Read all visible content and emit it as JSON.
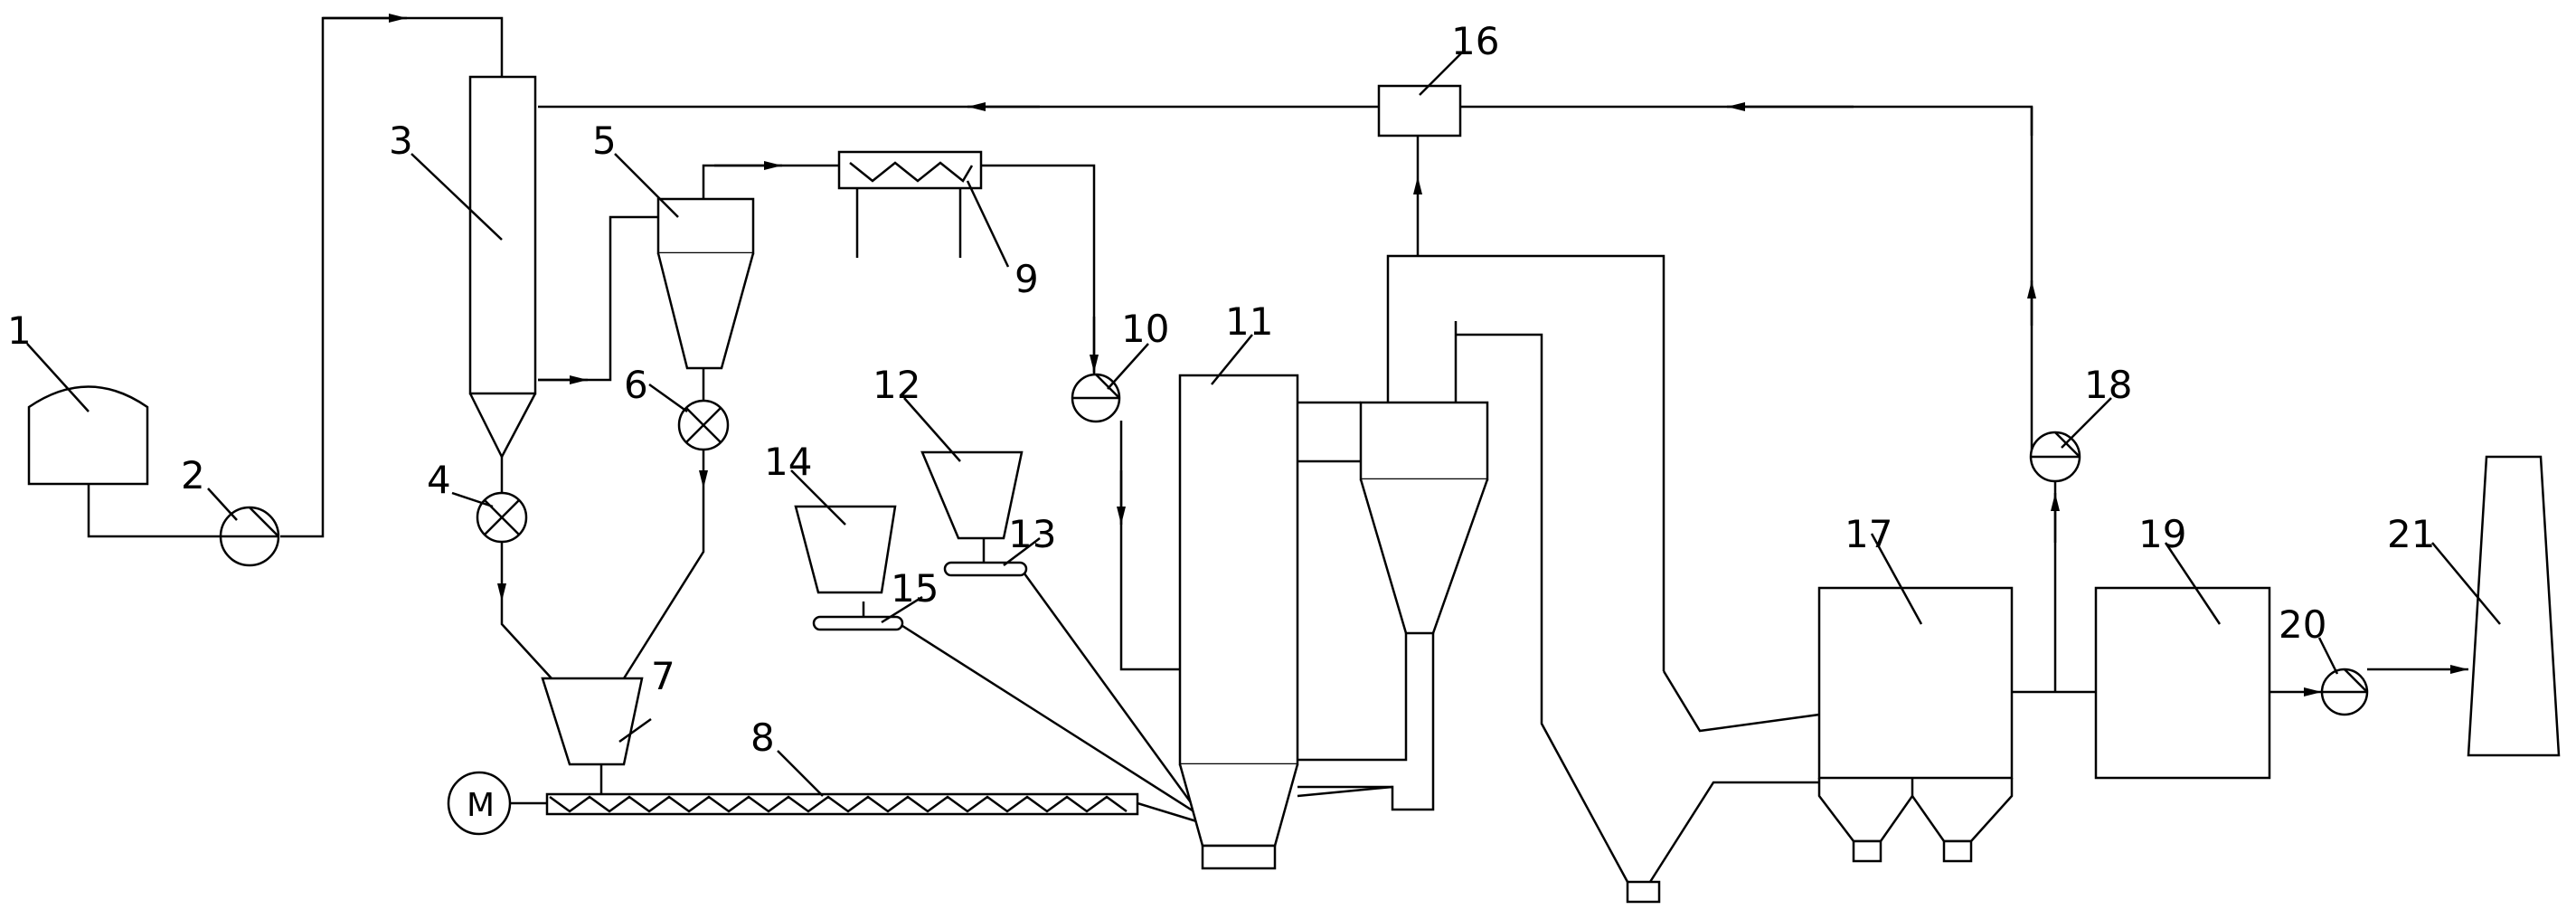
{
  "diagram": {
    "labels": {
      "n1": "1",
      "n2": "2",
      "n3": "3",
      "n4": "4",
      "n5": "5",
      "n6": "6",
      "n7": "7",
      "n8": "8",
      "n9": "9",
      "n10": "10",
      "n11": "11",
      "n12": "12",
      "n13": "13",
      "n14": "14",
      "n15": "15",
      "n16": "16",
      "n17": "17",
      "n18": "18",
      "n19": "19",
      "n20": "20",
      "n21": "21"
    },
    "motor_label": "M"
  },
  "colors": {
    "line": "#000000",
    "background": "#ffffff"
  }
}
